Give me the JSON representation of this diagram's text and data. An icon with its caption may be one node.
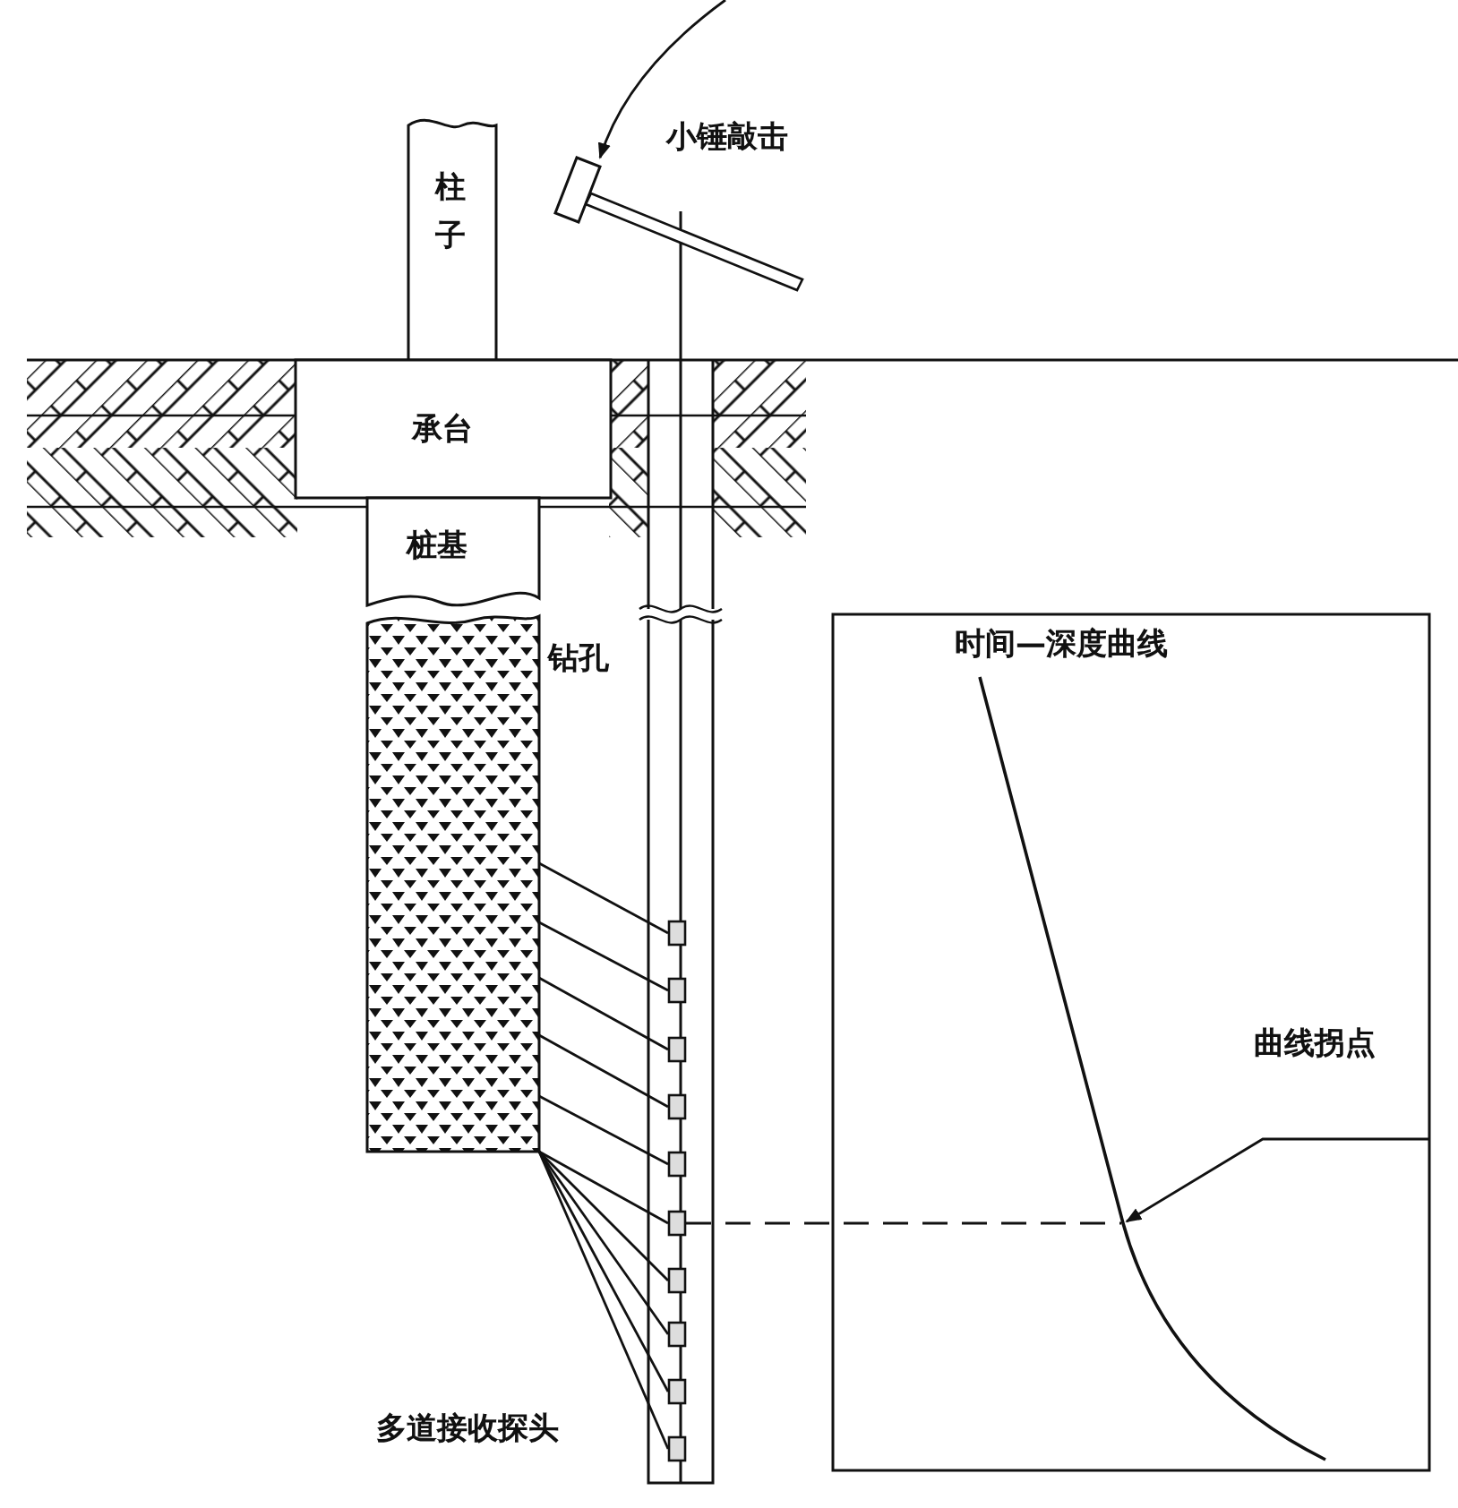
{
  "diagram": {
    "nodes": [
      {
        "text": [
          "柱子"
        ]
      },
      {
        "text": [],
        "shape": "hammer"
      },
      {
        "text": [
          "承台"
        ]
      },
      {
        "text": [
          "桩基"
        ]
      },
      {
        "text": [],
        "shape": "box"
      },
      {
        "text": [],
        "shape": "box"
      },
      {
        "text": [],
        "shape": "box"
      },
      {
        "text": [],
        "shape": "box"
      },
      {
        "text": [],
        "shape": "box"
      },
      {
        "text": [],
        "shape": "box"
      },
      {
        "text": [],
        "shape": "box"
      },
      {
        "text": [],
        "shape": "box"
      },
      {
        "text": [],
        "shape": "box"
      },
      {
        "text": [],
        "shape": "box"
      },
      {
        "text": [],
        "shape": "box"
      },
      {
        "text": [
          "时间—深度曲线"
        ]
      },
      {
        "text": [
          "曲线拐点"
        ],
        "in": 15
      }
    ],
    "edges": [
      {
        "from": null,
        "to": 1,
        "arrow": "to"
      },
      {
        "from": 4,
        "to": 5,
        "arrow": "none"
      },
      {
        "from": 4,
        "to": 6,
        "arrow": "none"
      },
      {
        "from": 4,
        "to": 7,
        "arrow": "none"
      },
      {
        "from": 4,
        "to": 8,
        "arrow": "none"
      },
      {
        "from": 4,
        "to": 9,
        "arrow": "none"
      },
      {
        "from": 4,
        "to": 10,
        "arrow": "none"
      },
      {
        "from": 4,
        "to": 11,
        "arrow": "none"
      },
      {
        "from": 4,
        "to": 12,
        "arrow": "none"
      },
      {
        "from": 4,
        "to": 13,
        "arrow": "none"
      },
      {
        "from": 4,
        "to": 14,
        "arrow": "none"
      },
      {
        "from": 10,
        "to": null,
        "arrow": "none",
        "style": "dashed"
      },
      {
        "from": 16,
        "to": null,
        "arrow": "to"
      }
    ],
    "labels": [
      "小锤敲击",
      "钻孔",
      "多道接收探头"
    ]
  }
}
